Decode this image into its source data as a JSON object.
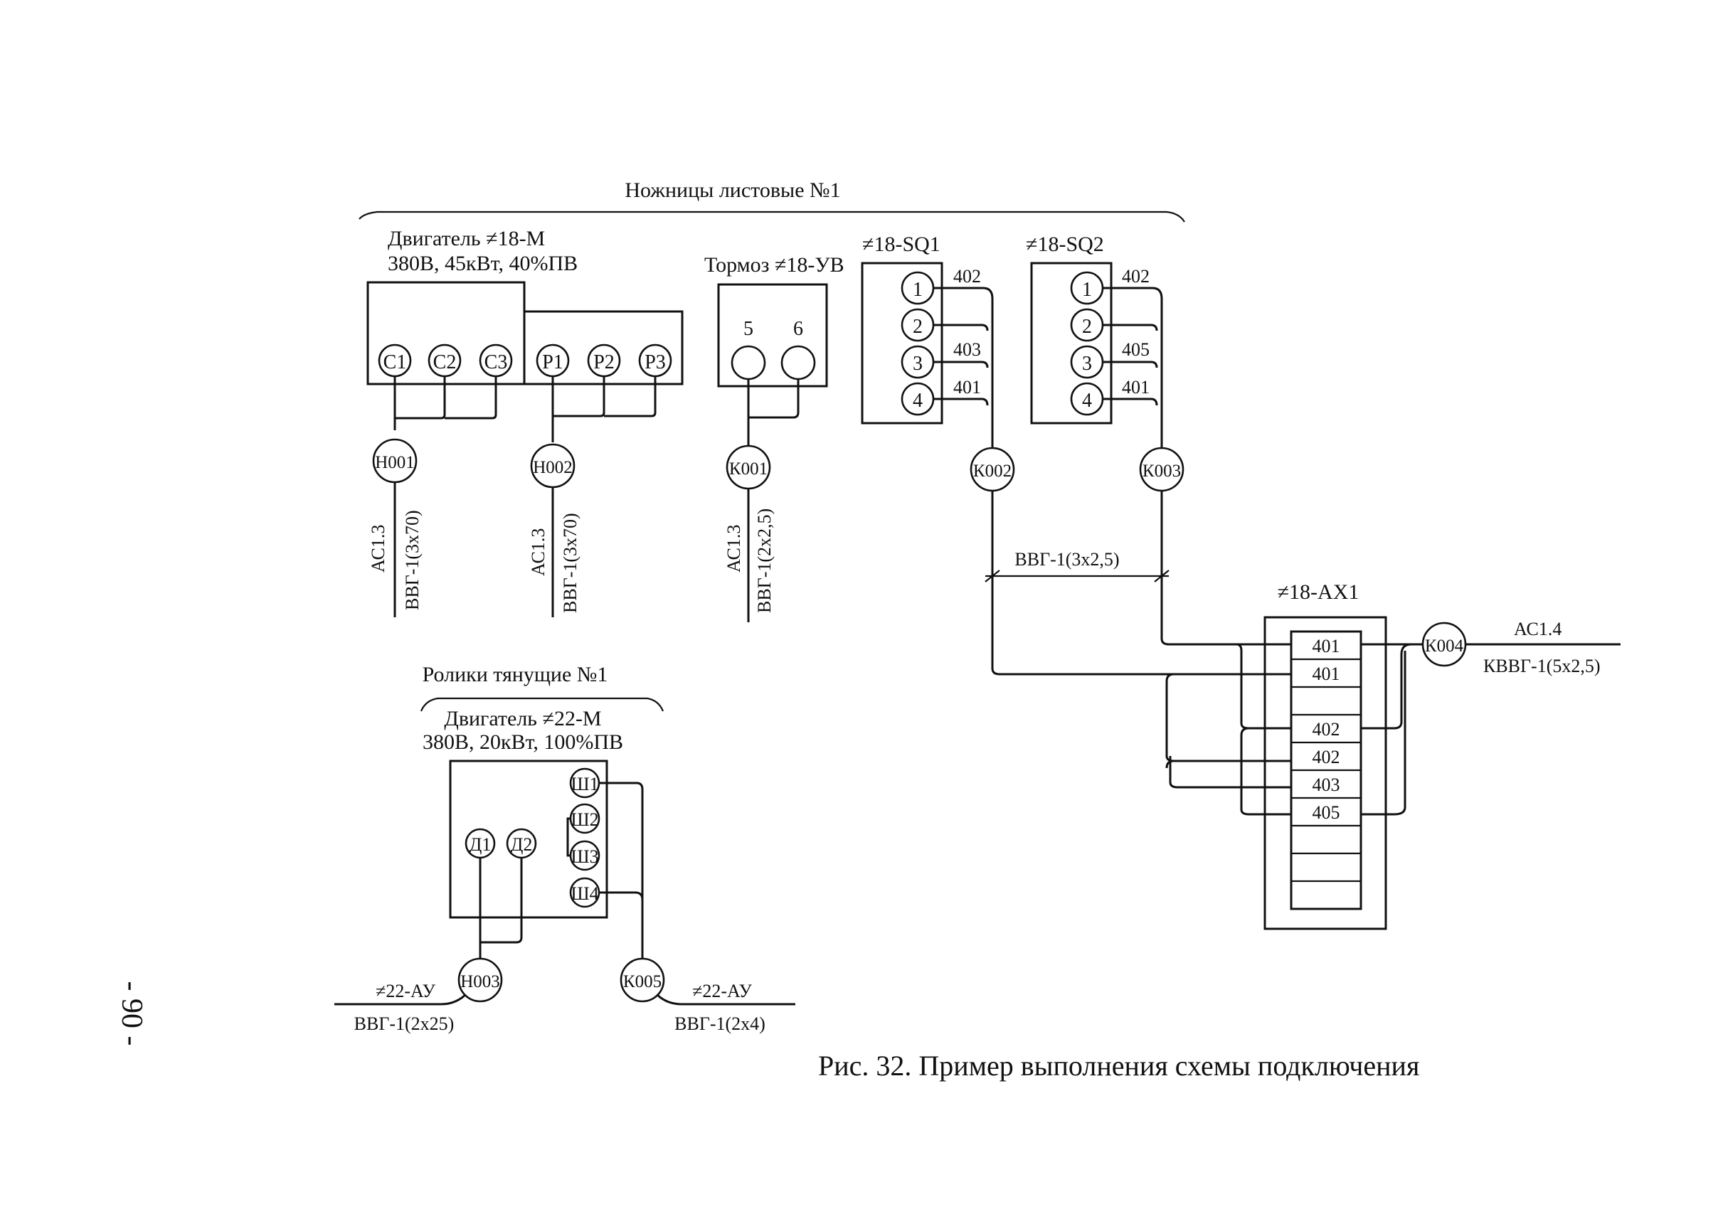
{
  "page_number": "- 90 -",
  "caption": "Рис. 32. Пример выполнения схемы подключения",
  "group1": {
    "title": "Ножницы листовые №1",
    "motor": {
      "name": "Двигатель ≠18-М",
      "spec": "380В, 45кВт, 40%ПВ",
      "terminals": [
        "С1",
        "С2",
        "С3",
        "Р1",
        "Р2",
        "Р3"
      ]
    },
    "brake": {
      "name": "Тормоз ≠18-УВ",
      "terminals": [
        "5",
        "6"
      ]
    },
    "sq1": {
      "name": "≠18-SQ1",
      "terminals": [
        "1",
        "2",
        "3",
        "4"
      ],
      "wires": [
        "402",
        "403",
        "401"
      ]
    },
    "sq2": {
      "name": "≠18-SQ2",
      "terminals": [
        "1",
        "2",
        "3",
        "4"
      ],
      "wires": [
        "402",
        "405",
        "401"
      ]
    },
    "cables": {
      "h001": {
        "id": "Н001",
        "dest": "АС1.3",
        "type": "ВВГ-1(3х70)"
      },
      "h002": {
        "id": "Н002",
        "dest": "АС1.3",
        "type": "ВВГ-1(3х70)"
      },
      "k001": {
        "id": "К001",
        "dest": "АС1.3",
        "type": "ВВГ-1(2х2,5)"
      },
      "k002": {
        "id": "К002"
      },
      "k003": {
        "id": "К003"
      },
      "k002_k003_type": "ВВГ-1(3х2,5)",
      "k004": {
        "id": "К004",
        "dest": "АС1.4",
        "type": "КВВГ-1(5х2,5)"
      }
    }
  },
  "terminal_box": {
    "name": "≠18-АХ1",
    "rows": [
      "401",
      "401",
      "",
      "402",
      "402",
      "403",
      "405",
      "",
      "",
      ""
    ]
  },
  "group2": {
    "title": "Ролики тянущие №1",
    "motor": {
      "name": "Двигатель ≠22-М",
      "spec": "380В, 20кВт, 100%ПВ",
      "terminals_sh": [
        "Ш1",
        "Ш2",
        "Ш3",
        "Ш4"
      ],
      "terminals_d": [
        "Д1",
        "Д2"
      ]
    },
    "cables": {
      "h003": {
        "id": "Н003",
        "dest": "≠22-АУ",
        "type": "ВВГ-1(2х25)"
      },
      "k005": {
        "id": "К005",
        "dest": "≠22-АУ",
        "type": "ВВГ-1(2х4)"
      }
    }
  }
}
